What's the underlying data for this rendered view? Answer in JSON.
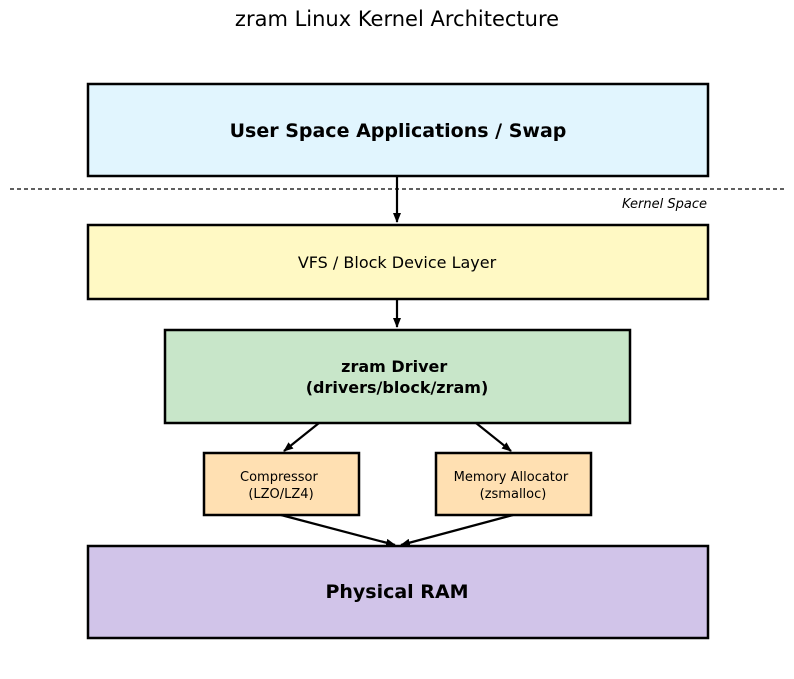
{
  "title": "zram Linux Kernel Architecture",
  "boundary_label": "Kernel Space",
  "colors": {
    "user_space": "#e1f5fe",
    "vfs": "#fff9c4",
    "driver": "#c8e6c9",
    "component": "#ffe0b2",
    "ram": "#d1c4e9",
    "border": "#000000"
  },
  "nodes": {
    "user_space": {
      "lines": [
        "User Space Applications / Swap"
      ]
    },
    "vfs": {
      "lines": [
        "VFS / Block Device Layer"
      ]
    },
    "driver": {
      "lines": [
        "zram Driver",
        "(drivers/block/zram)"
      ]
    },
    "compressor": {
      "lines": [
        "Compressor",
        "(LZO/LZ4)"
      ]
    },
    "allocator": {
      "lines": [
        "Memory Allocator",
        "(zsmalloc)"
      ]
    },
    "ram": {
      "lines": [
        "Physical RAM"
      ]
    }
  }
}
